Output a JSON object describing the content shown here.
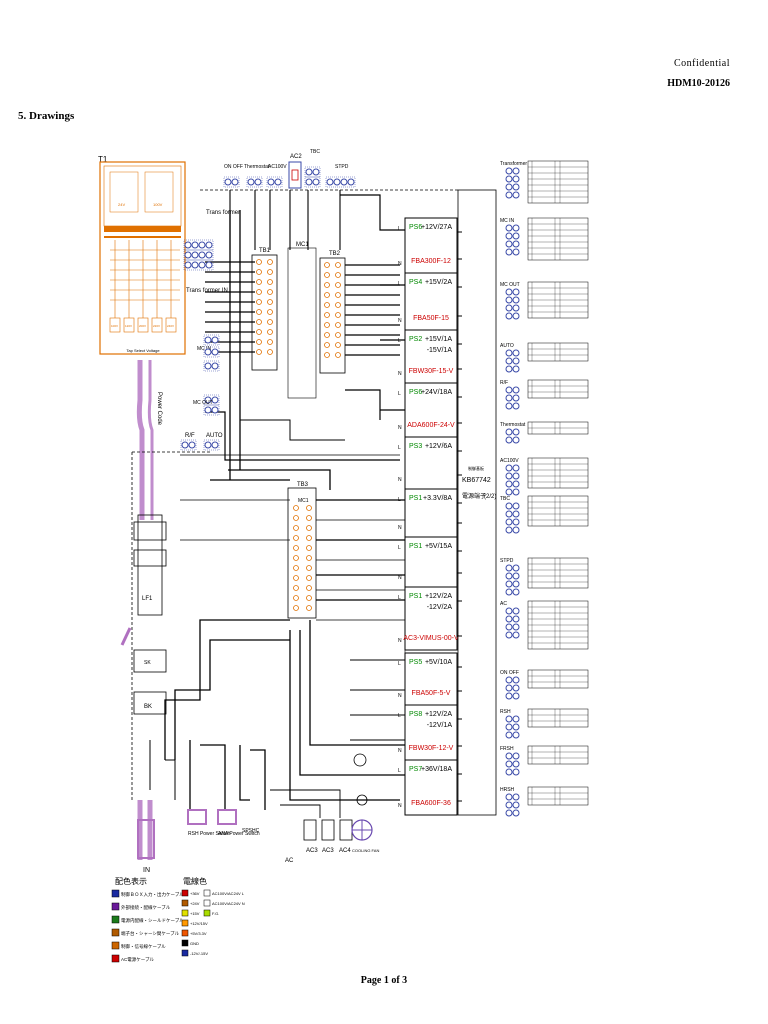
{
  "header": {
    "confidential": "Confidential",
    "doc_id": "HDM10-20126"
  },
  "section_title": "5. Drawings",
  "page_footer": "Page 1 of 3",
  "transformer": {
    "name": "T1",
    "caption": "Tap Select Voltage",
    "ratings": [
      "24V",
      "100V"
    ],
    "taps": [
      "100V",
      "120V",
      "200V",
      "220V",
      "240V"
    ],
    "in_label": "Trans former IN",
    "trans_label": "Trans former"
  },
  "terminals": {
    "tb1": "TB1",
    "tb2": "TB2",
    "tb3": "TB3",
    "mc1": "MC1",
    "mc1b": "MC1"
  },
  "top_connectors": [
    "ON OFF",
    "Thermostat",
    "AC100V",
    "AC2",
    "TBC",
    "STPD"
  ],
  "left_labels": {
    "mc_in": "MC IN",
    "mc_out": "MC OUT",
    "rf": "R/F",
    "auto": "AUTO",
    "lf1": "LF1",
    "sk": "SK",
    "bk": "BK",
    "power_code": "Power Code",
    "in": "IN"
  },
  "power_supplies": [
    {
      "id": "PS6",
      "out": "+12V/27A",
      "model": "FBA300F-12"
    },
    {
      "id": "PS4",
      "out": "+15V/2A",
      "model": "FBA50F-15"
    },
    {
      "id": "PS2",
      "out": "+15V/1A\n-15V/1A",
      "model": "FBW30F-15-V"
    },
    {
      "id": "PS6",
      "out": "+24V/18A",
      "model": "ADA600F-24-V"
    },
    {
      "id": "PS3",
      "out": "+12V/6A",
      "model": ""
    },
    {
      "id": "PS1",
      "out": "+3.3V/8A",
      "model": ""
    },
    {
      "id": "PS1",
      "out": "+5V/15A",
      "model": ""
    },
    {
      "id": "PS1",
      "out": "+12V/2A\n-12V/2A",
      "model": "AC3-VIMUS-00-V"
    },
    {
      "id": "PS5",
      "out": "+5V/10A",
      "model": "FBA50F-5-V"
    },
    {
      "id": "PS8",
      "out": "+12V/2A\n-12V/1A",
      "model": "FBW30F-12-V"
    },
    {
      "id": "PS7",
      "out": "+36V/18A",
      "model": "FBA600F-36"
    }
  ],
  "unit": {
    "code": "KB67742",
    "sub": "(2/2)"
  },
  "right_connectors": [
    "Transformer",
    "MC IN",
    "MC OUT",
    "AUTO",
    "R/F",
    "Thermostat",
    "AC100V",
    "TBC",
    "STPD",
    "AC",
    "ON OFF",
    "RSH",
    "FRSH",
    "HRSH"
  ],
  "bottom_labels": {
    "rsh": "RSH Power Switch",
    "ana": "ANA Power Switch",
    "sw": "SPSHC",
    "ac": "AC",
    "ac2": "AC3",
    "ac4": "AC4",
    "fan": "COOLING FAN"
  },
  "legend": {
    "left_title": "配色表示",
    "left_items": [
      {
        "color": "#1a2aa0",
        "text": "制御ＢＯＸ入力・出力ケーブル"
      },
      {
        "color": "#6a1a9a",
        "text": "外部接続・配線ケーブル"
      },
      {
        "color": "#1a7a1a",
        "text": "電源内配線・シールドケーブル"
      },
      {
        "color": "#b05a00",
        "text": "端子台・シャーシ間ケーブル"
      },
      {
        "color": "#cc6600",
        "text": "制御・信号線ケーブル"
      },
      {
        "color": "#cc0000",
        "text": "AC電源ケーブル"
      }
    ],
    "right_title": "電線色",
    "right_items": [
      {
        "color": "#cc0000",
        "text": "+36V"
      },
      {
        "color": "#b05a00",
        "text": "+24V"
      },
      {
        "color": "#e0e000",
        "text": "+15V"
      },
      {
        "color": "#ff9900",
        "text": "+12V/15V"
      },
      {
        "color": "#ee5500",
        "text": "+5V/3.3V"
      },
      {
        "color": "#000000",
        "text": "GND"
      },
      {
        "color": "#1a2aa0",
        "text": "-12V/-15V"
      },
      {
        "color": "#ffffff",
        "text": "AC100V/AC24V L"
      },
      {
        "color": "#ffffff",
        "text": "AC100V/AC24V N"
      },
      {
        "color": "#aadd00",
        "text": "F.G."
      }
    ]
  },
  "colors": {
    "ps_label": "#008800",
    "model_label": "#cc0000",
    "transformer": "#e07000",
    "border": "#000000"
  }
}
